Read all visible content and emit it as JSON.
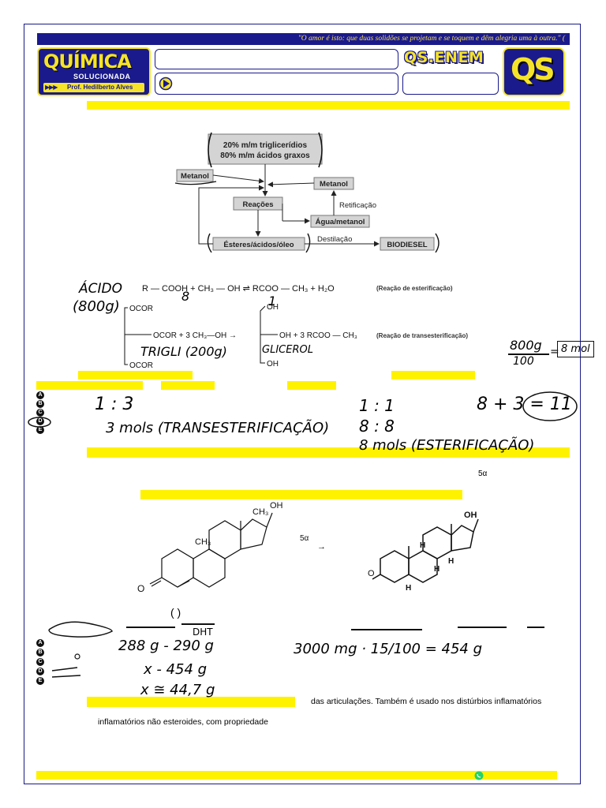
{
  "header": {
    "quote": "\"O amor é isto: que duas solidões se projetam e se toquem e dêm alegria uma à outra.\" (",
    "logo_title": "QUÍMICA",
    "logo_subtitle": "SOLUCIONADA",
    "logo_prof": "Prof. Hedilberto Alves",
    "qs_enem": "QS.ENEM",
    "qs_logo": "QS"
  },
  "diagram": {
    "box_top_line1": "20% m/m triglicerídios",
    "box_top_line2": "80% m/m ácidos graxos",
    "metanol_left": "Metanol",
    "metanol_right": "Metanol",
    "reacoes": "Reações",
    "agua_metanol": "Água/metanol",
    "retificacao": "Retificação",
    "esteres": "Ésteres/ácidos/óleo",
    "destilacao": "Destilação",
    "biodiesel": "BIODIESEL"
  },
  "reactions": {
    "esterification_equation": "R — COOH + CH₃ — OH ⇌ RCOO — CH₃ + H₂O",
    "esterification_label": "(Reação de esterificação)",
    "transesterification_mid": "OCOR + 3 CH₃—OH →",
    "transesterification_right": "OH + 3 RCOO — CH₃",
    "transesterification_label": "(Reação de transesterificação)",
    "ocor_top": "OCOR",
    "ocor_bottom": "OCOR",
    "oh_top": "OH",
    "oh_bottom": "OH"
  },
  "handwriting": {
    "acido": "ÁCIDO",
    "mass_800": "(800g)",
    "eight": "8",
    "one": "1",
    "trigli": "TRIGLI (200g)",
    "glicerol": "GLICEROL",
    "fraction_num": "800g",
    "fraction_den": "100",
    "fraction_result": "8 mol",
    "ratio_a": "1 : 3",
    "ratio_b": "1 : 1",
    "ratio_c": "8 : 8",
    "sum": "8 + 3 = 11",
    "trans_mols": "3 mols (TRANSESTERIFICAÇÃO)",
    "ester_mols": "8 mols (ESTERIFICAÇÃO)",
    "dht": "DHT",
    "mass_line1": "288 g - 290 g",
    "mass_line2": "x - 454 g",
    "mass_line3": "x ≅ 44,7 g",
    "calc": "3000 mg · 15/100 = 454 g"
  },
  "options_q1": [
    "A",
    "B",
    "C",
    "D",
    "E"
  ],
  "options_q2": [
    "A",
    "B",
    "C",
    "D",
    "E"
  ],
  "question2": {
    "five_alpha_top": "5α",
    "five_alpha_mid": "5α",
    "arrow": "→",
    "oh_left": "OH",
    "ch3_top": "CH₃",
    "ch3_mid": "CH₃",
    "o_left": "O",
    "oh_right": "OH",
    "h1": "H",
    "h2": "H",
    "h3": "H",
    "h4": "H",
    "o_right": "O",
    "paren": "(                )"
  },
  "body_text": {
    "line1": "das articulações. Também é usado nos distúrbios inflamatórios",
    "line2": "inflamatórios não esteroides, com propriedade"
  },
  "colors": {
    "navy": "#1a1a8c",
    "yellow": "#f5e32a",
    "highlight": "#fff200",
    "whatsapp": "#25d366"
  }
}
